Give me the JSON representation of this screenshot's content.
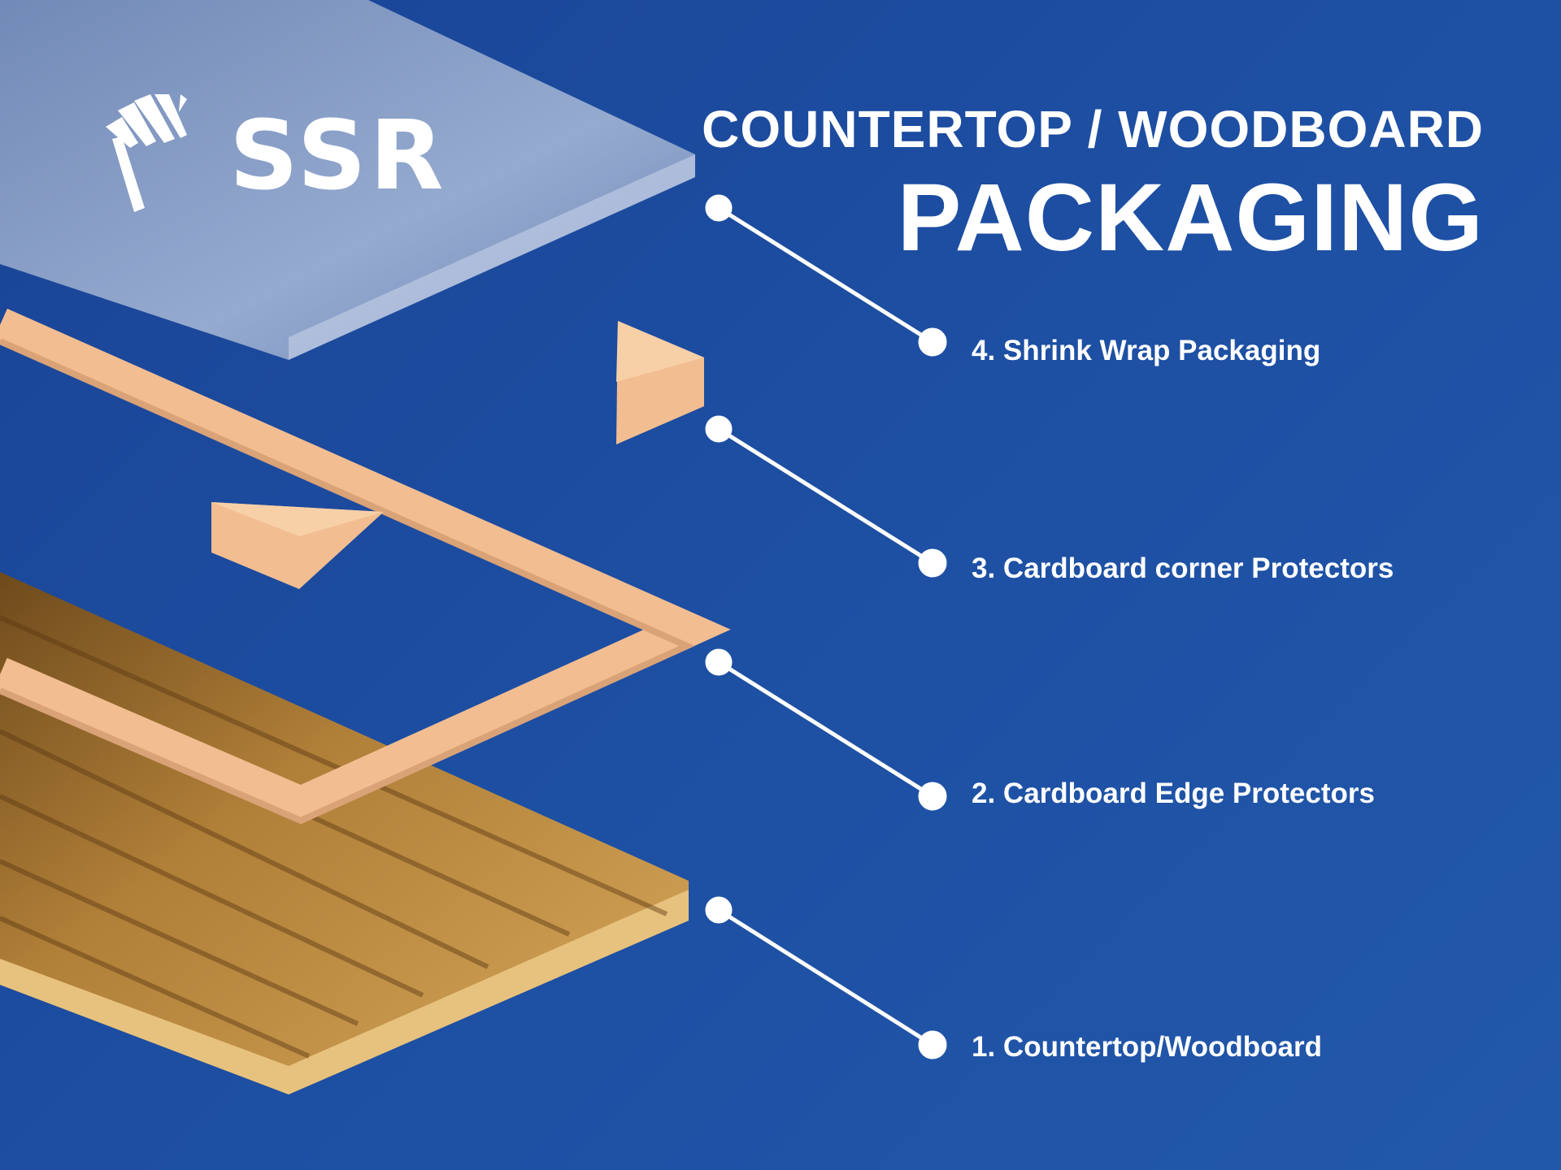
{
  "logo": {
    "text": "SSR"
  },
  "header": {
    "line1": "COUNTERTOP / WOODBOARD",
    "line2": "PACKAGING"
  },
  "layers": [
    {
      "label": "4. Shrink Wrap Packaging"
    },
    {
      "label": "3. Cardboard corner Protectors"
    },
    {
      "label": "2. Cardboard Edge Protectors"
    },
    {
      "label": "1. Countertop/Woodboard"
    }
  ],
  "colors": {
    "background": "#1d4fa3",
    "cardboard": "#f5c49a",
    "wood": "#a9772f",
    "wrap": "#9fb3d4"
  }
}
